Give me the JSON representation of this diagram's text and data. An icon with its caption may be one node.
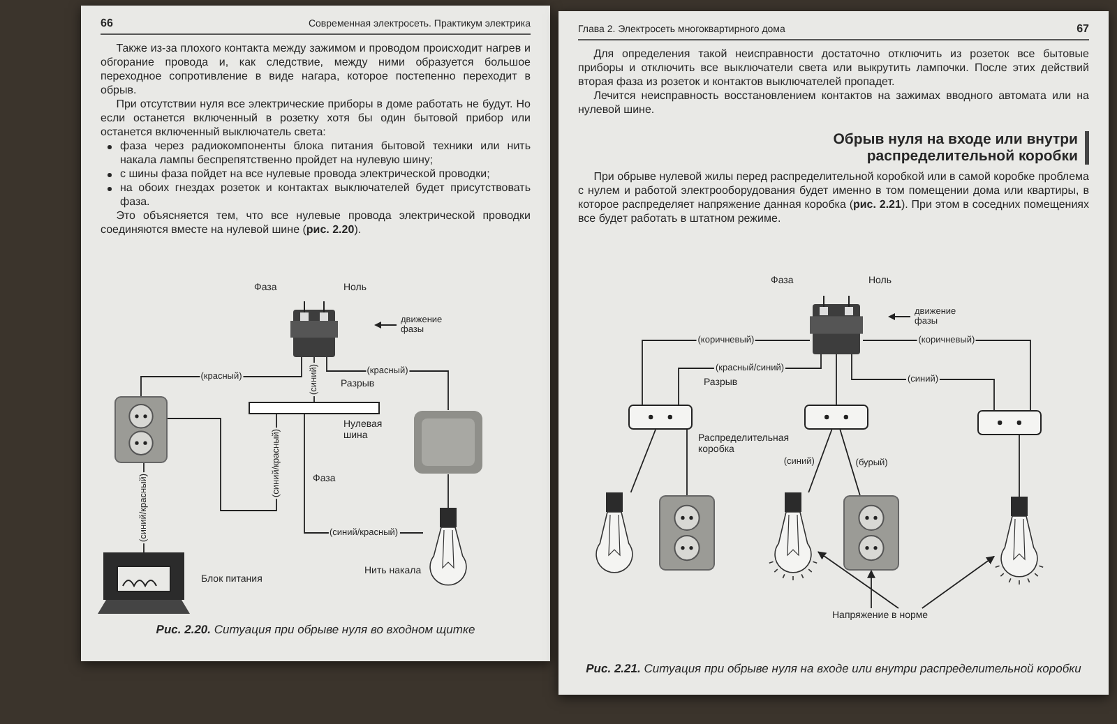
{
  "diagram": {
    "nodes": [
      {
        "text": [
          "66",
          "Современная электросеть. Практикум электрика",
          "Также из-за плохого контакта между зажимом и проводом происходит нагрев и обгорание провода и, как следствие, между ними образуется большое переходное сопротивление в виде нагара, которое постепенно переходит в обрыв.",
          "При отсутствии нуля все электрические приборы в доме работать не будут. Но если останется включенный в розетку хотя бы один бытовой прибор или останется включенный выключатель света:",
          "фаза через радиокомпоненты блока питания бытовой техники или нить накала лампы беспрепятственно пройдет на нулевую шину;",
          "с шины фаза пойдет на все нулевые провода электрической проводки;",
          "на обоих гнездах розеток и контактах выключателей будет присутствовать фаза.",
          "Это объясняется тем, что все нулевые провода электрической проводки соединяются вместе на нулевой шине (**рис. 2.20**).",
          "**Рис. 2.20.** Ситуация при обрыве нуля во входном щитке"
        ]
      },
      {
        "text": [],
        "shape": "picture",
        "in": 0,
        "beside": [
          "Фаза",
          "Ноль"
        ]
      },
      {
        "text": [],
        "shape": "picture",
        "in": 0
      },
      {
        "text": [],
        "shape": "bar",
        "in": 0,
        "beside": [
          "Нулевая шина"
        ]
      },
      {
        "text": [],
        "shape": "picture",
        "in": 0
      },
      {
        "text": [],
        "shape": "picture",
        "in": 0,
        "beside": [
          "Блок питания"
        ]
      },
      {
        "text": [],
        "shape": "picture",
        "in": 0,
        "beside": [
          "Нить накала"
        ]
      },
      {
        "text": [
          "Глава 2. Электросеть многоквартирного дома",
          "67",
          "Для определения такой неисправности достаточно отключить из розеток все бытовые приборы и отключить все выключатели света или выкрутить лампочки. После этих действий вторая фаза из розеток и контактов выключателей пропадет.",
          "Лечится неисправность восстановлением контактов на зажимах вводного автомата или на нулевой шине.",
          "Обрыв нуля на входе или внутри распределительной коробки",
          "При обрыве нулевой жилы перед распределительной коробкой или в самой коробке проблема с нулем и работой электрооборудования будет именно в том помещении дома или квартиры, в которое распределяет напряжение данная коробка (**рис. 2.21**). При этом в соседних помещениях все будет работать в штатном режиме.",
          "**Рис. 2.21.** Ситуация при обрыве нуля на входе или внутри распределительной коробки"
        ]
      },
      {
        "text": [],
        "shape": "picture",
        "in": 7,
        "beside": [
          "Фаза",
          "Ноль"
        ]
      },
      {
        "text": [],
        "shape": "box",
        "in": 7,
        "beside": [
          "Распределительная коробка"
        ]
      },
      {
        "text": [],
        "shape": "box",
        "in": 7
      },
      {
        "text": [],
        "shape": "box",
        "in": 7
      },
      {
        "text": [],
        "shape": "picture",
        "in": 7
      },
      {
        "text": [],
        "shape": "picture",
        "in": 7
      },
      {
        "text": [],
        "shape": "picture",
        "in": 7
      },
      {
        "text": [],
        "shape": "picture",
        "in": 7
      },
      {
        "text": [],
        "shape": "picture",
        "in": 7
      },
      {
        "text": [
          "Напряжение в норме"
        ],
        "in": 7
      }
    ],
    "edges": [
      {
        "from": 1,
        "to": 3,
        "arrow": "none",
        "label": "(синий)"
      },
      {
        "from": 1,
        "to": 2,
        "arrow": "none",
        "label": "(красный)"
      },
      {
        "from": 1,
        "to": 4,
        "arrow": "none",
        "label": "(красный)"
      },
      {
        "from": 2,
        "to": 3,
        "arrow": "none",
        "label": "(синий/красный)"
      },
      {
        "from": 2,
        "to": 5,
        "arrow": "none",
        "label": "(синий/красный)"
      },
      {
        "from": 4,
        "to": 6,
        "arrow": "none"
      },
      {
        "from": 6,
        "to": 3,
        "arrow": "none",
        "label": "(синий/красный)"
      },
      {
        "from": 8,
        "to": 9,
        "arrow": "none",
        "label": "(коричневый)"
      },
      {
        "from": 8,
        "to": 11,
        "arrow": "none",
        "label": "(коричневый)"
      },
      {
        "from": 8,
        "to": 9,
        "arrow": "none",
        "label": "(красный/синий)"
      },
      {
        "from": 8,
        "to": 11,
        "arrow": "none",
        "label": "(синий)"
      },
      {
        "from": 8,
        "to": 10,
        "arrow": "none"
      },
      {
        "from": 9,
        "to": 12,
        "arrow": "none"
      },
      {
        "from": 9,
        "to": 13,
        "arrow": "none"
      },
      {
        "from": 10,
        "to": 14,
        "arrow": "none",
        "label": "(синий)"
      },
      {
        "from": 10,
        "to": 15,
        "arrow": "none",
        "label": "(бурый)"
      },
      {
        "from": 11,
        "to": 16,
        "arrow": "none"
      },
      {
        "from": 17,
        "to": 14,
        "arrow": "to"
      },
      {
        "from": 17,
        "to": 15,
        "arrow": "to"
      },
      {
        "from": 17,
        "to": 16,
        "arrow": "to"
      }
    ],
    "labels": [
      "Разрыв",
      "Фаза",
      "Разрыв"
    ],
    "legend": [
      {
        "text": "движение фазы"
      },
      {
        "text": "движение фазы"
      }
    ]
  }
}
